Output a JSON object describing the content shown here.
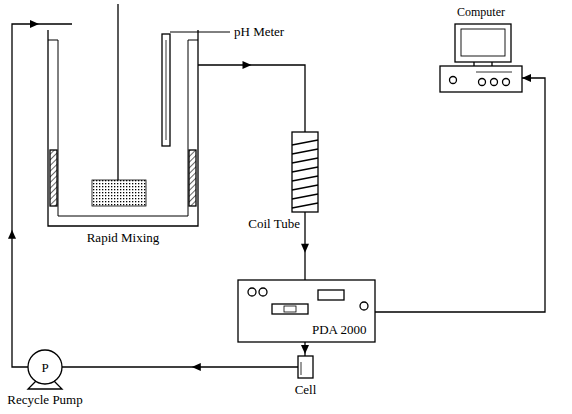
{
  "diagram": {
    "nodes": [
      {
        "text": [
          "Rapid Mixing"
        ]
      },
      {
        "text": [
          "Coil Tube"
        ]
      },
      {
        "text": [
          "Computer"
        ]
      },
      {
        "text": [
          "PDA 2000"
        ]
      },
      {
        "text": [
          "Cell"
        ]
      },
      {
        "text": [
          "P",
          "Recycle Pump"
        ]
      }
    ],
    "edges": [
      {
        "from": 0,
        "to": 1,
        "arrow": "to"
      },
      {
        "from": 1,
        "to": 3,
        "arrow": "to"
      },
      {
        "from": 3,
        "to": 4,
        "arrow": "to"
      },
      {
        "from": 4,
        "to": 5,
        "arrow": "to"
      },
      {
        "from": 5,
        "to": 0,
        "arrow": "to"
      },
      {
        "from": 3,
        "to": 2,
        "arrow": "to"
      }
    ],
    "labels": [
      "pH Meter"
    ]
  }
}
